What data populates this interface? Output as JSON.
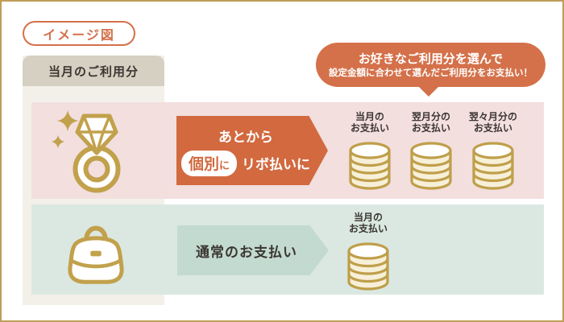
{
  "badge": {
    "label": "イメージ図"
  },
  "left_column": {
    "header": "当月のご利用分"
  },
  "bubble": {
    "line1": "お好きなご利用分を選んで",
    "line2": "設定金額に合わせて選んだご利用分をお支払い！"
  },
  "revolving_row": {
    "arrow": {
      "line1": "あとから",
      "pill_text": "個別",
      "pill_suffix": "に",
      "line2_rest": "リボ払いに"
    },
    "payments": [
      {
        "line1": "当月の",
        "line2": "お支払い"
      },
      {
        "line1": "翌月分の",
        "line2": "お支払い"
      },
      {
        "line1": "翌々月分の",
        "line2": "お支払い"
      }
    ]
  },
  "normal_row": {
    "arrow_label": "通常のお支払い",
    "payments": [
      {
        "line1": "当月の",
        "line2": "お支払い"
      }
    ]
  },
  "colors": {
    "frame_border": "#c09d58",
    "accent_orange": "#d4714a",
    "arrow_orange": "#d2693f",
    "pink_band": "#f2dfde",
    "green_band": "#dbe8e2",
    "green_arrow": "#c3dad0",
    "left_strip": "#f3f0e9",
    "header_bg": "#d6d0c2",
    "icon_gold": "#c2a14c",
    "coin_fill": "#f7f0d9",
    "text_dark": "#3b3632"
  }
}
